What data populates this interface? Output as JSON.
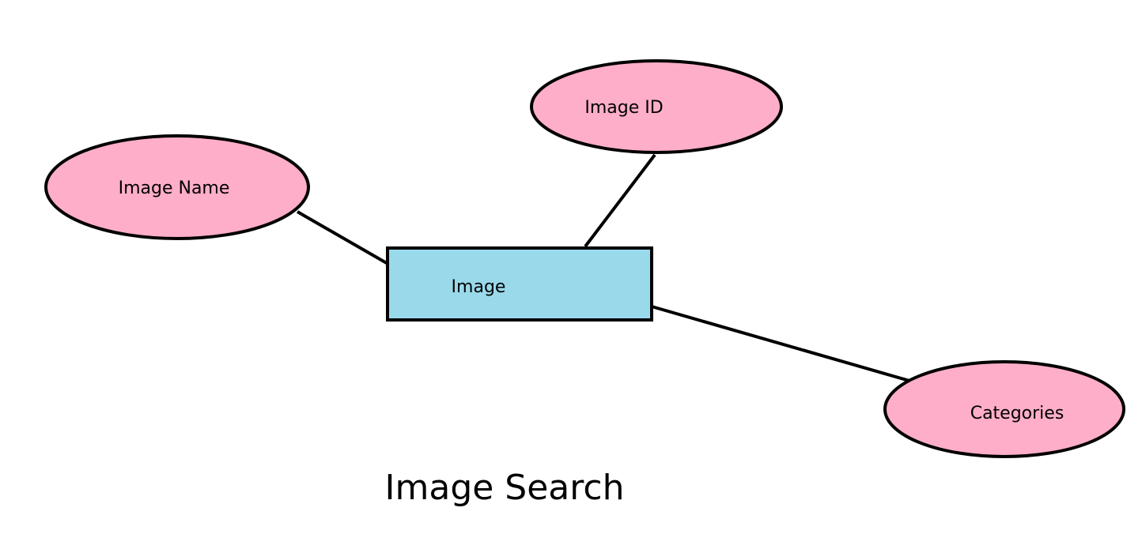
{
  "diagram": {
    "entity": {
      "label": "Image",
      "fill": "#99d9ea",
      "stroke": "#000000"
    },
    "attributes": [
      {
        "label": "Image Name",
        "fill": "#ffaec9",
        "stroke": "#000000"
      },
      {
        "label": "Image ID",
        "fill": "#ffaec9",
        "stroke": "#000000"
      },
      {
        "label": "Categories",
        "fill": "#ffaec9",
        "stroke": "#000000"
      }
    ],
    "caption": "Image Search"
  }
}
